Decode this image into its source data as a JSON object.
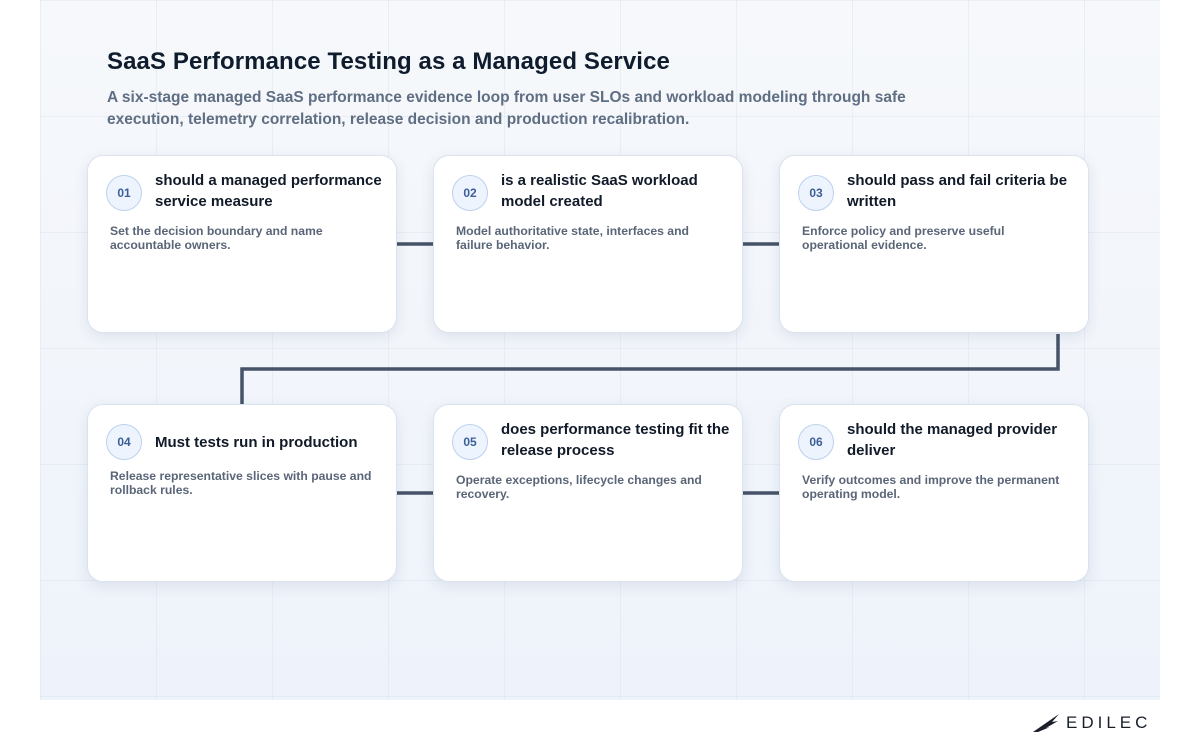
{
  "header": {
    "title": "SaaS Performance Testing as a Managed Service",
    "subtitle": "A six-stage managed SaaS performance evidence loop from user SLOs and workload modeling through safe execution, telemetry correlation, release decision and production recalibration."
  },
  "stages": [
    {
      "number": "01",
      "title": "should a managed performance service measure",
      "description": "Set the decision boundary and name accountable owners."
    },
    {
      "number": "02",
      "title": "is a realistic SaaS workload model created",
      "description": "Model authoritative state, interfaces and failure behavior."
    },
    {
      "number": "03",
      "title": "should pass and fail criteria be written",
      "description": "Enforce policy and preserve useful operational evidence."
    },
    {
      "number": "04",
      "title": "Must tests run in production",
      "description": "Release representative slices with pause and rollback rules."
    },
    {
      "number": "05",
      "title": "does performance testing fit the release process",
      "description": "Operate exceptions, lifecycle changes and recovery."
    },
    {
      "number": "06",
      "title": "should the managed provider deliver",
      "description": "Verify outcomes and improve the permanent operating model."
    }
  ],
  "logo": {
    "text": "EDILEC",
    "icon": "edilec-wing-logo-icon"
  },
  "colors": {
    "connector": "#465368",
    "badge_text": "#3b5f96",
    "title": "#0f1c2e"
  }
}
